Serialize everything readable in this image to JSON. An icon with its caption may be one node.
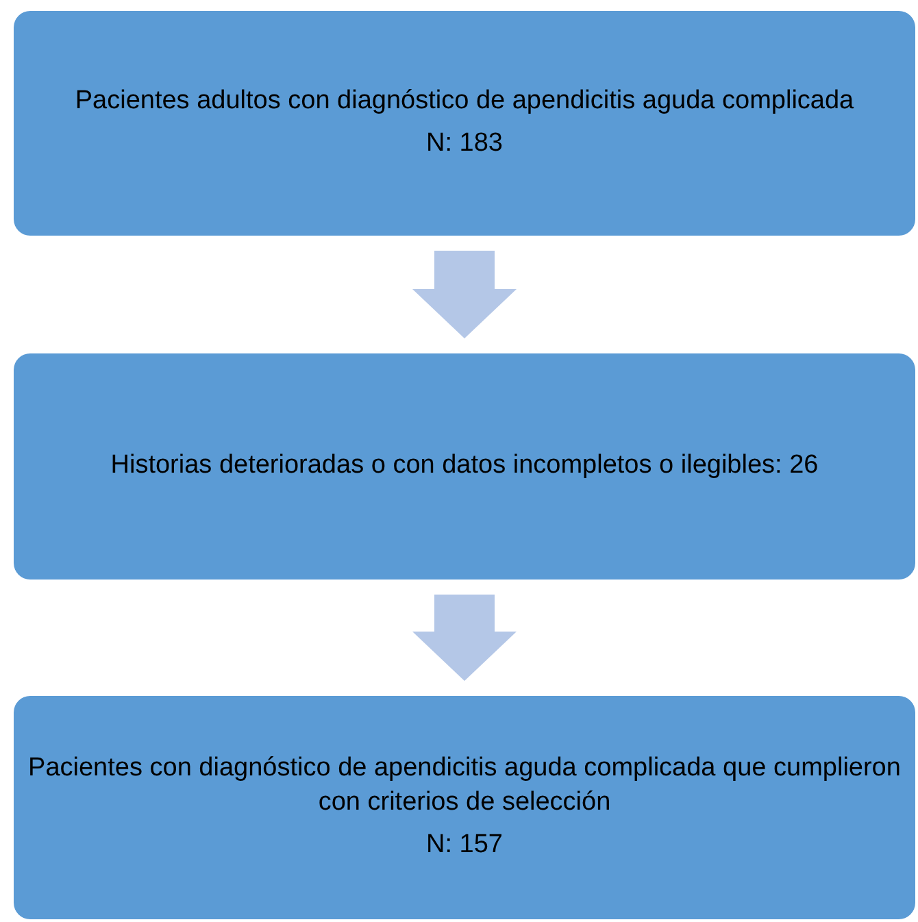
{
  "diagram": {
    "nodes": [
      {
        "text": [
          "Pacientes adultos con diagnóstico de apendicitis aguda complicada",
          "N: 183"
        ]
      },
      {
        "text": [
          "Historias deterioradas o con datos incompletos o ilegibles: 26"
        ]
      },
      {
        "text": [
          "Pacientes con diagnóstico de apendicitis aguda complicada que cumplieron con criterios de selección",
          "N: 157"
        ]
      }
    ],
    "edges": [
      {
        "from": 0,
        "to": 1,
        "arrow": "to"
      },
      {
        "from": 1,
        "to": 2,
        "arrow": "to"
      }
    ]
  }
}
